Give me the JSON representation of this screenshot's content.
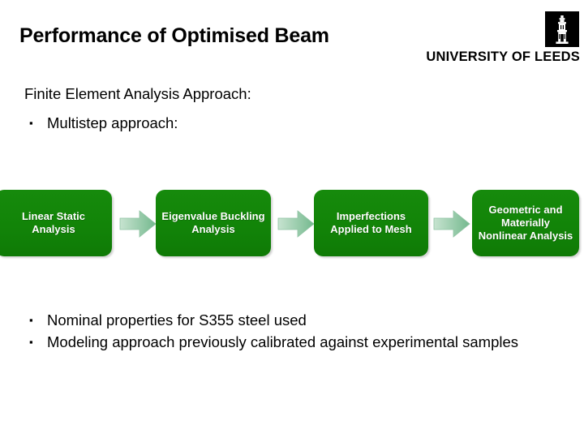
{
  "slide": {
    "title": "Performance of Optimised Beam"
  },
  "logo": {
    "mark_name": "leeds-tower-icon",
    "wordmark": "UNIVERSITY OF LEEDS"
  },
  "content": {
    "lead_in": "Finite Element Analysis Approach:",
    "multistep_bullet": {
      "marker": "▪",
      "text": "Multistep approach:"
    },
    "bottom_bullets": [
      {
        "marker": "▪",
        "text": "Nominal properties for S355 steel used"
      },
      {
        "marker": "▪",
        "text": "Modeling approach previously calibrated against experimental samples"
      }
    ]
  },
  "process_flow": {
    "box_color": "#128408",
    "box_text_color": "#ffffff",
    "arrow_color": "#9fd0ae",
    "steps": [
      {
        "label": "Linear Static Analysis"
      },
      {
        "label": "Eigenvalue Buckling Analysis"
      },
      {
        "label": "Imperfections Applied to Mesh"
      },
      {
        "label": "Geometric and Materially Nonlinear Analysis"
      }
    ],
    "arrows": [
      {
        "name": "flow-arrow-right"
      },
      {
        "name": "flow-arrow-right"
      },
      {
        "name": "flow-arrow-right"
      }
    ]
  }
}
